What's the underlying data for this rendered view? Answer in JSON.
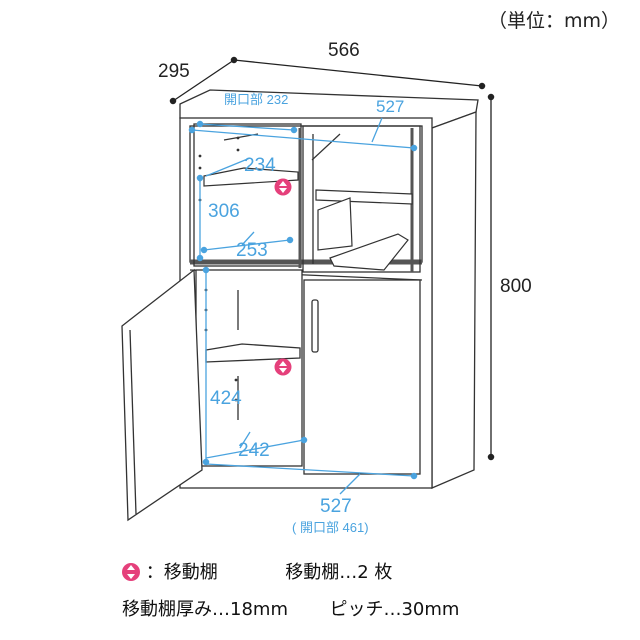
{
  "unit_label": "（単位：mm）",
  "dimensions": {
    "depth": "295",
    "width": "566",
    "height": "800",
    "upper_inner_width": "527",
    "upper_opening": "開口部 232",
    "upper_shelf_depth": "234",
    "upper_inner_height": "306",
    "upper_bottom_depth": "253",
    "lower_inner_height": "424",
    "lower_bottom_depth": "242",
    "lower_inner_width": "527",
    "lower_opening": "( 開口部 461)"
  },
  "legend": {
    "icon_label": "：移動棚",
    "count": "移動棚…2 枚",
    "thickness": "移動棚厚み…18mm",
    "pitch": "ピッチ…30mm"
  },
  "colors": {
    "dimension_line": "#4aa3df",
    "outline": "#333333",
    "movable_icon": "#e5407b"
  }
}
